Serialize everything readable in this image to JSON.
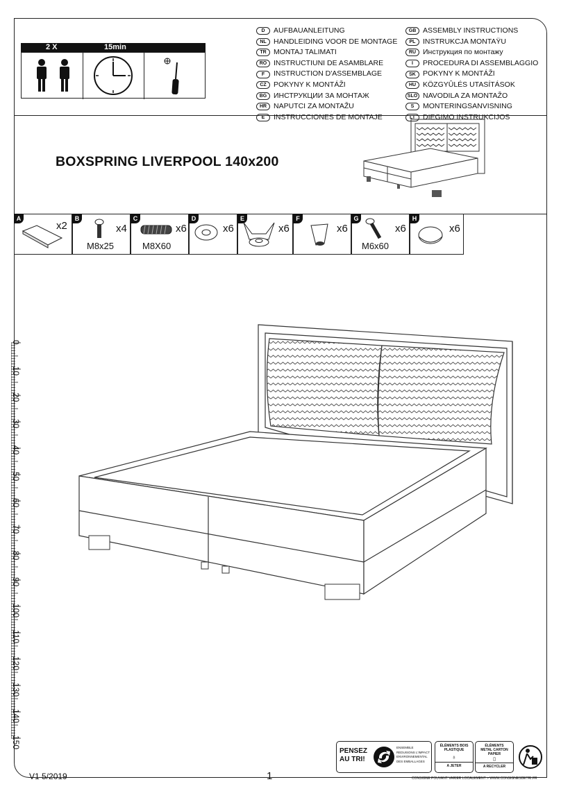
{
  "header": {
    "people_count": "2 X",
    "duration": "15min",
    "tool_icon": "screwdriver-icon"
  },
  "languages_left": [
    {
      "code": "D",
      "label": "AUFBAUANLEITUNG"
    },
    {
      "code": "NL",
      "label": "HANDLEIDING VOOR DE MONTAGE"
    },
    {
      "code": "TR",
      "label": "MONTAJ TALIMATI"
    },
    {
      "code": "RO",
      "label": "INSTRUCTIUNI DE ASAMBLARE"
    },
    {
      "code": "F",
      "label": "INSTRUCTION D'ASSEMBLAGE"
    },
    {
      "code": "CZ",
      "label": "POKYNY K MONTÁŽI"
    },
    {
      "code": "BG",
      "label": "ИНСТРУКЦИИ ЗА МОНТАЖ"
    },
    {
      "code": "HR",
      "label": "NAPUTCI ZA MONTAŽU"
    },
    {
      "code": "E",
      "label": "INSTRUCCIONES DE MONTAJE"
    }
  ],
  "languages_right": [
    {
      "code": "GB",
      "label": "ASSEMBLY INSTRUCTIONS"
    },
    {
      "code": "PL",
      "label": "INSTRUKCJA MONTAŸU"
    },
    {
      "code": "RU",
      "label": "Инструкция по монтажу"
    },
    {
      "code": "I",
      "label": "PROCEDURA DI ASSEMBLAGGIO"
    },
    {
      "code": "SK",
      "label": "POKYNY K MONTÁŽI"
    },
    {
      "code": "HU",
      "label": "KÖZGYÛLÉS UTASÍTÁSOK"
    },
    {
      "code": "SLO",
      "label": "NAVODILA ZA MONTAŽO"
    },
    {
      "code": "S",
      "label": "MONTERINGSANVISNING"
    },
    {
      "code": "LT",
      "label": "DIEGIMO INSTRUKCIJOS"
    }
  ],
  "product_title": "BOXSPRING LIVERPOOL 140x200",
  "parts": [
    {
      "letter": "A",
      "qty": "x2",
      "spec": ""
    },
    {
      "letter": "B",
      "qty": "x4",
      "spec": "M8x25"
    },
    {
      "letter": "C",
      "qty": "x6",
      "spec": "M8X60"
    },
    {
      "letter": "D",
      "qty": "x6",
      "spec": ""
    },
    {
      "letter": "E",
      "qty": "x6",
      "spec": ""
    },
    {
      "letter": "F",
      "qty": "x6",
      "spec": ""
    },
    {
      "letter": "G",
      "qty": "x6",
      "spec": "M6x60"
    },
    {
      "letter": "H",
      "qty": "x6",
      "spec": ""
    }
  ],
  "ruler": [
    "0",
    "10",
    "20",
    "30",
    "40",
    "50",
    "60",
    "70",
    "80",
    "90",
    "100",
    "110",
    "120",
    "130",
    "140",
    "150"
  ],
  "footer": {
    "version": "V1 5/2019",
    "page": "1"
  },
  "recycling": {
    "pensez": "PENSEZ",
    "au_tri": "AU TRI!",
    "ensemble": "ENSEMBLE",
    "reduisons": "REDUISONS L'IMPACT",
    "environnemental": "ENVIRONNEMENTAL",
    "emballages": "DES EMBALLAGES",
    "bois_title": "ÉLÉMENTS BOIS",
    "bois_sub": "PLASTIQUE",
    "bois_action": "A JETER",
    "metal_title": "ÉLÉMENTS",
    "metal_sub": "METAL CARTON",
    "metal_sub2": "PAPIER",
    "metal_action": "A RECYCLER",
    "footnote": "CONSIGNE POUVANT VARIER LOCALEMENT > WWW.CONSIGNESDETRI.FR"
  }
}
